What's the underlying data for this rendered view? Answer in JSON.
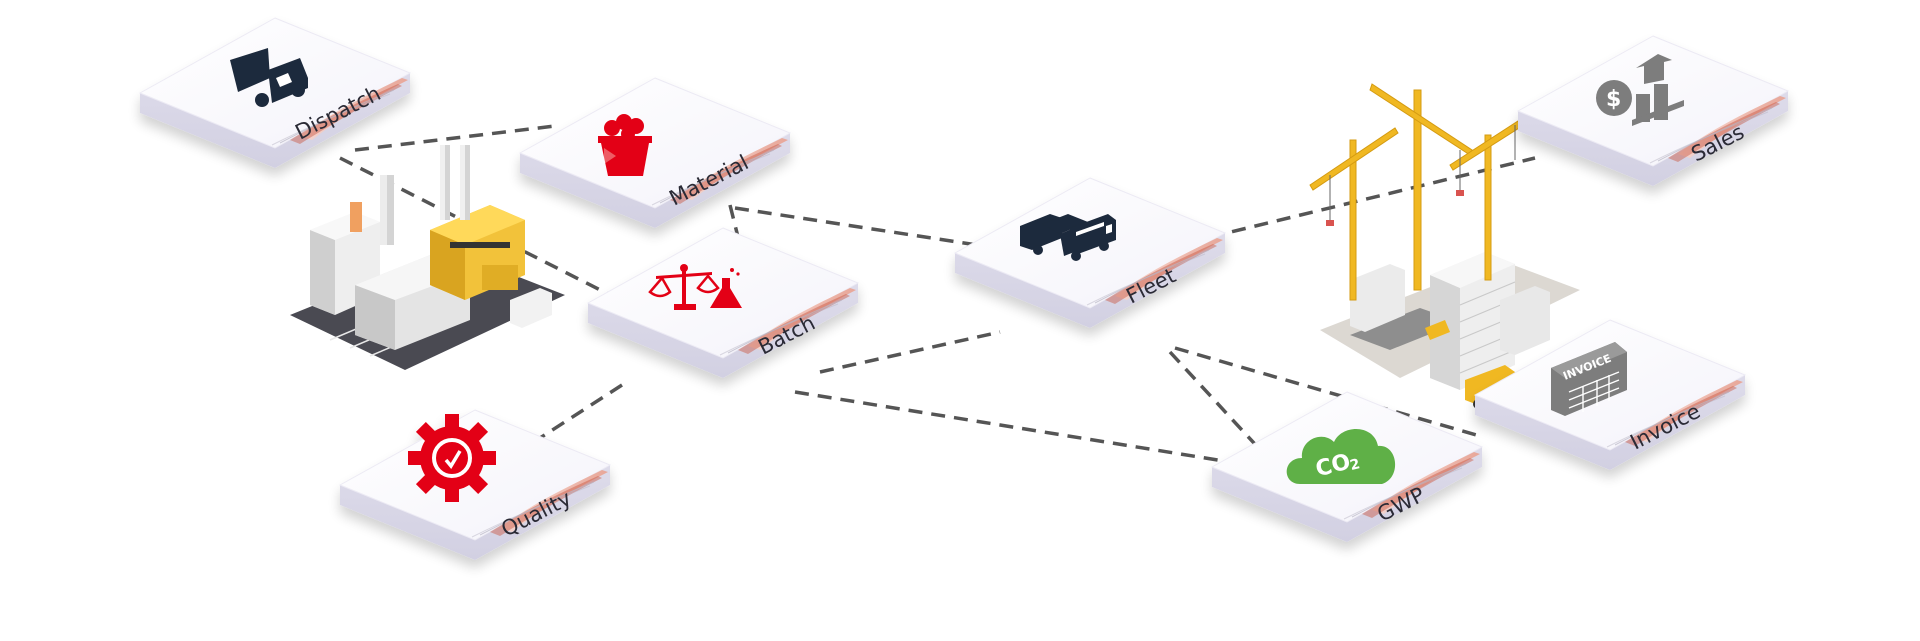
{
  "modules": [
    {
      "id": "dispatch",
      "label": "Dispatch",
      "icon": "dump-truck-icon"
    },
    {
      "id": "material",
      "label": "Material",
      "icon": "material-bucket-icon"
    },
    {
      "id": "batch",
      "label": "Batch",
      "icon": "scale-flask-icon"
    },
    {
      "id": "fleet",
      "label": "Fleet",
      "icon": "mixer-truck-icon"
    },
    {
      "id": "quality",
      "label": "Quality",
      "icon": "quality-gear-icon"
    },
    {
      "id": "gwp",
      "label": "GWP",
      "icon": "co2-cloud-icon"
    },
    {
      "id": "invoice",
      "label": "Invoice",
      "icon": "invoice-document-icon"
    },
    {
      "id": "sales",
      "label": "Sales",
      "icon": "sales-growth-icon"
    }
  ],
  "co2_text": "CO",
  "co2_subscript": "2",
  "invoice_text": "INVOICE",
  "colors": {
    "accent_red": "#e30613",
    "green": "#5fb046",
    "dark_navy": "#1f2a3c",
    "gray_icon": "#7d7d7d",
    "line": "#555555"
  }
}
